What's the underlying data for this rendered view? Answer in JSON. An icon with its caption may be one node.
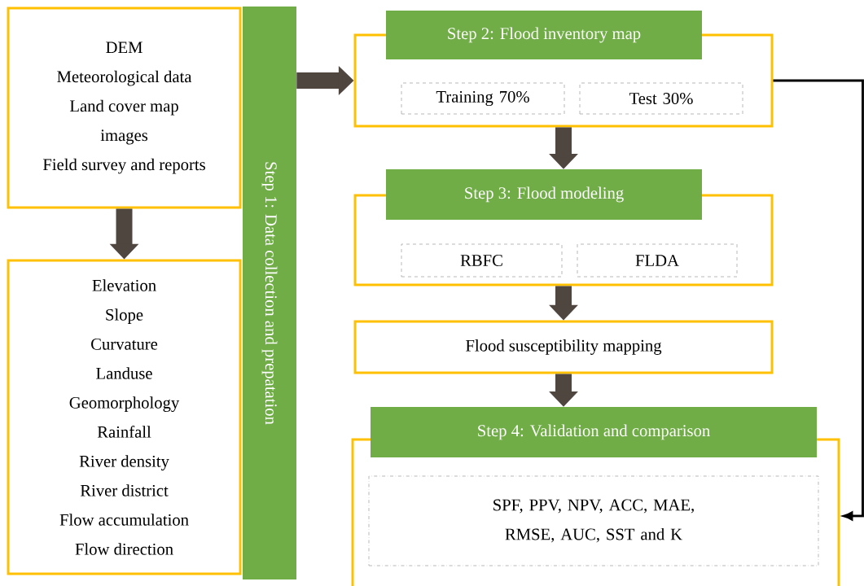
{
  "diagram": {
    "nodes": [
      {
        "text": [
          "DEM",
          "Meteorological data",
          "Land cover map",
          "images",
          "Field survey and reports"
        ]
      },
      {
        "text": [
          "Elevation",
          "Slope",
          "Curvature",
          "Landuse",
          "Geomorphology",
          "Rainfall",
          "River density",
          "River district",
          "Flow accumulation",
          "Flow direction"
        ]
      },
      {
        "text": [
          "Step 1: Data collection and prepatation"
        ]
      },
      {
        "text": [
          "Step 2: Flood inventory map"
        ]
      },
      {
        "text": [
          "Training 70%"
        ],
        "in": 3
      },
      {
        "text": [
          "Test 30%"
        ],
        "in": 3
      },
      {
        "text": [
          "Step 3: Flood modeling"
        ]
      },
      {
        "text": [
          "RBFC"
        ],
        "in": 6
      },
      {
        "text": [
          "FLDA"
        ],
        "in": 6
      },
      {
        "text": [
          "Flood susceptibility mapping"
        ]
      },
      {
        "text": [
          "Step 4: Validation and comparison"
        ]
      },
      {
        "text": [
          "SPF, PPV, NPV, ACC, MAE, RMSE, AUC, SST and K"
        ],
        "in": 10
      }
    ],
    "edges": [
      {
        "from": 0,
        "to": 1,
        "arrow": "to"
      },
      {
        "from": 2,
        "to": 3,
        "arrow": "to"
      },
      {
        "from": 3,
        "to": 6,
        "arrow": "to"
      },
      {
        "from": 6,
        "to": 9,
        "arrow": "to"
      },
      {
        "from": 9,
        "to": 10,
        "arrow": "to"
      },
      {
        "from": 3,
        "to": 10,
        "arrow": "to",
        "color": "#000000"
      }
    ]
  }
}
